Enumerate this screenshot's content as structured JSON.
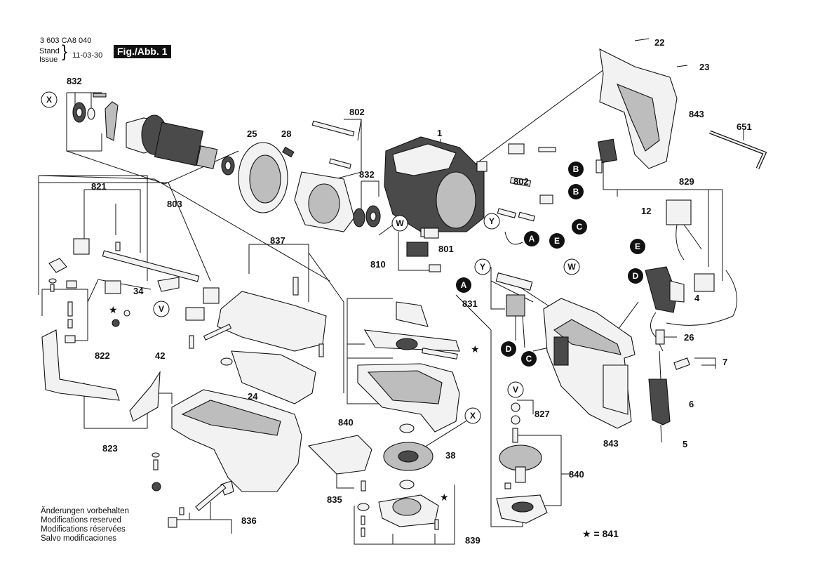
{
  "header": {
    "doc_number": "3 603 CA8 040",
    "stand_label": "Stand",
    "issue_label": "Issue",
    "date": "11-03-30",
    "figure_label": "Fig./Abb. 1"
  },
  "footer_notes": [
    "Änderungen vorbehalten",
    "Modifications reserved",
    "Modifications réservées",
    "Salvo modificaciones"
  ],
  "legend": {
    "star": "★",
    "text": "= 841"
  },
  "part_labels": {
    "p22": "22",
    "p23": "23",
    "p843a": "843",
    "p651": "651",
    "p829": "829",
    "p12": "12",
    "p4": "4",
    "p26": "26",
    "p7": "7",
    "p6": "6",
    "p843b": "843",
    "p5": "5",
    "p832a": "832",
    "p802a": "802",
    "p25": "25",
    "p28": "28",
    "p1": "1",
    "p803": "803",
    "p832b": "832",
    "p802b": "802",
    "p821": "821",
    "p801": "801",
    "p810": "810",
    "p837": "837",
    "p34": "34",
    "p831": "831",
    "p822": "822",
    "p42": "42",
    "p24": "24",
    "p823": "823",
    "p840a": "840",
    "p38": "38",
    "p835": "835",
    "p836": "836",
    "p839": "839",
    "p827": "827",
    "p840b": "840"
  },
  "connector_badges": [
    "A",
    "B",
    "C",
    "D",
    "E"
  ],
  "callout_letters": [
    "X",
    "V",
    "W",
    "Y"
  ]
}
